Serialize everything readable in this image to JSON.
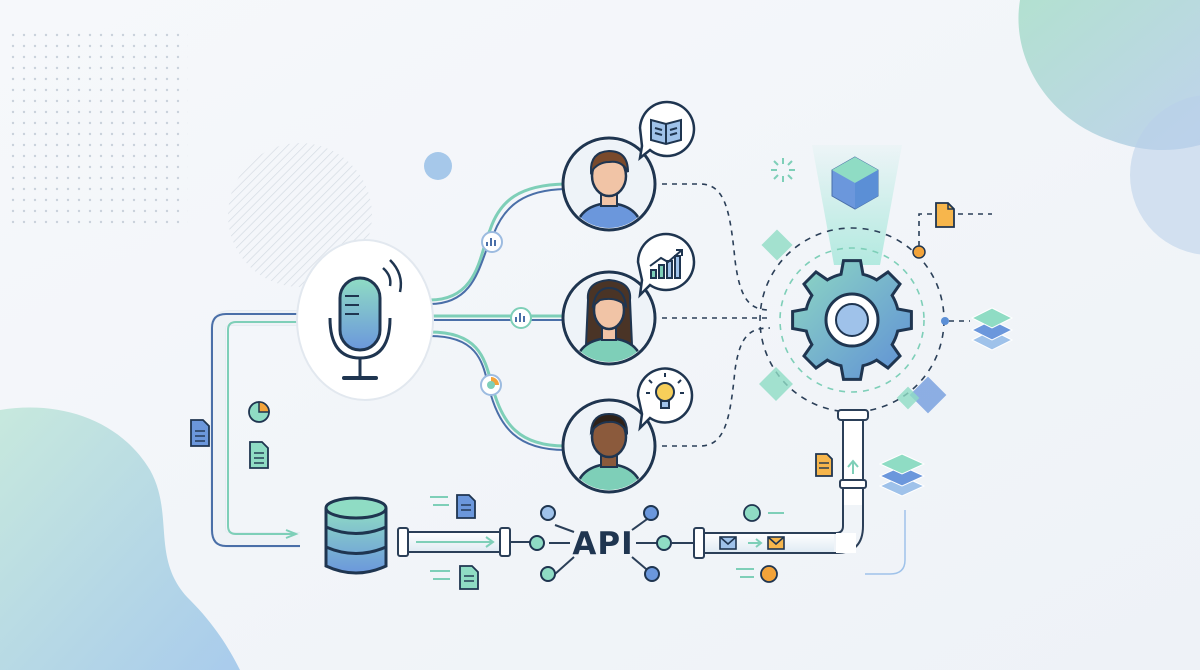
{
  "diagram": {
    "api_label": "API",
    "colors": {
      "navy": "#1f3550",
      "teal": "#7ecfb8",
      "blue": "#5b8fd6",
      "light_blue": "#9fc2ea",
      "orange": "#f2a33a",
      "background": "#f3f5f9"
    },
    "nodes": [
      {
        "name": "microphone-icon",
        "role": "voice input"
      },
      {
        "name": "person-male-icon",
        "role": "speaker 1"
      },
      {
        "name": "person-female-icon",
        "role": "speaker 2"
      },
      {
        "name": "person-male-2-icon",
        "role": "speaker 3"
      },
      {
        "name": "gear-icon",
        "role": "processing engine"
      },
      {
        "name": "database-icon",
        "role": "storage"
      },
      {
        "name": "api-hub",
        "role": "API"
      }
    ],
    "bubbles": [
      "book-icon",
      "chart-up-icon",
      "lightbulb-icon"
    ]
  }
}
